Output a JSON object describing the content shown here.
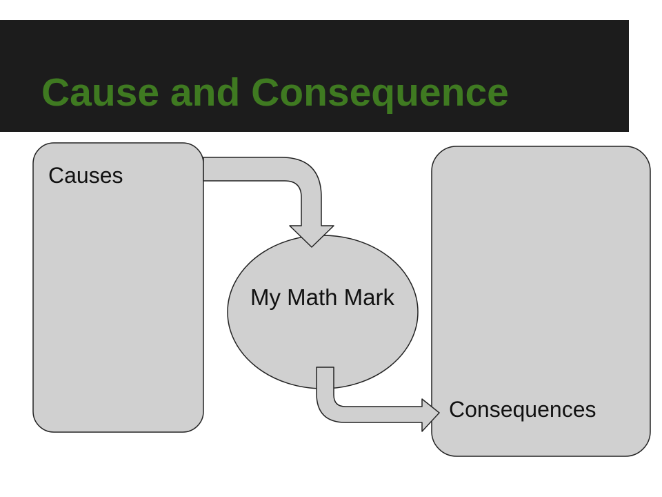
{
  "title": "Cause and Consequence",
  "colors": {
    "title_bar_bg": "#1c1c1c",
    "title_text": "#3f7a21",
    "shape_fill": "#d0d0d0",
    "shape_stroke": "#222222"
  },
  "diagram": {
    "causes_label": "Causes",
    "center_label": "My Math Mark",
    "consequences_label": "Consequences"
  }
}
